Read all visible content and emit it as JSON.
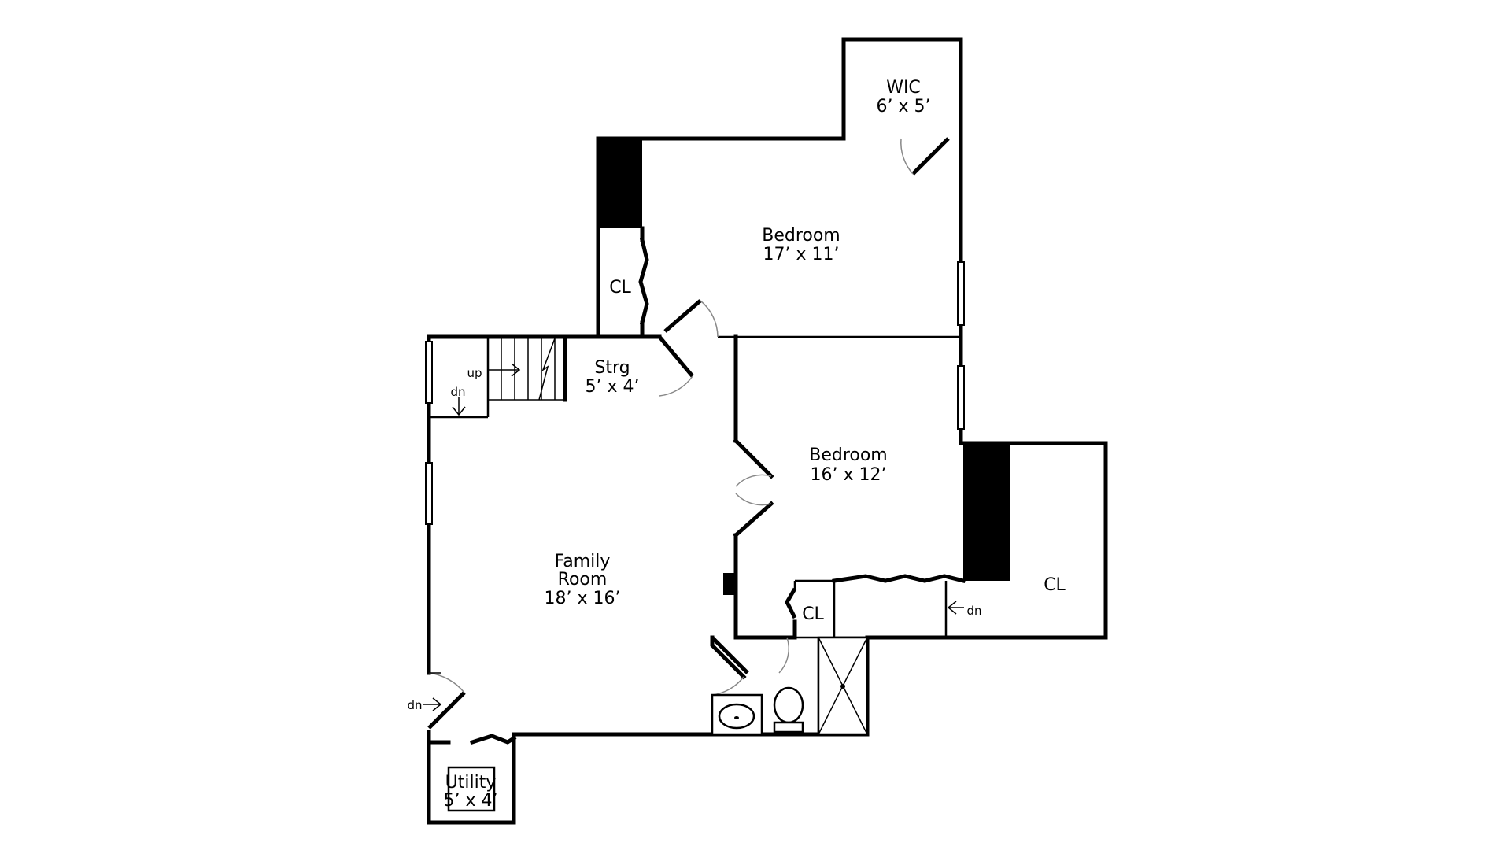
{
  "rooms": {
    "wic": {
      "name": "WIC",
      "size": "6’ x 5’"
    },
    "bedroom_upper": {
      "name": "Bedroom",
      "size": "17’ x 11’"
    },
    "bedroom_lower": {
      "name": "Bedroom",
      "size": "16’ x 12’"
    },
    "family_room": {
      "name_line1": "Family",
      "name_line2": "Room",
      "size": "18’ x 16’"
    },
    "storage": {
      "name": "Strg",
      "size": "5’ x 4’"
    },
    "utility": {
      "name": "Utility",
      "size": "5’ x 4’"
    },
    "closet_upper": {
      "name": "CL"
    },
    "closet_small": {
      "name": "CL"
    },
    "closet_right": {
      "name": "CL"
    }
  },
  "stair_labels": {
    "up": "up",
    "dn_stairs": "dn",
    "dn_left": "dn",
    "dn_right": "dn"
  }
}
